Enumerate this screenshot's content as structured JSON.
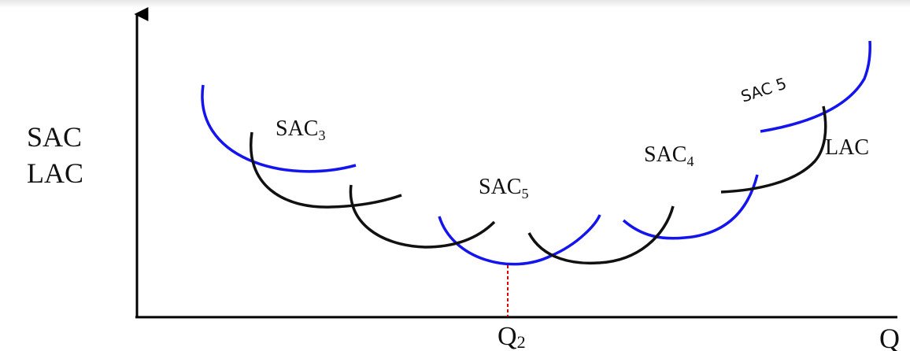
{
  "diagram": {
    "axis_y_label_line1": "SAC",
    "axis_y_label_line2": "LAC",
    "axis_x_label": "Q",
    "q2_label": "Q",
    "q2_sub": "2",
    "curve_labels": {
      "sac3": {
        "main": "SAC",
        "sub": "3"
      },
      "sac5_mid": {
        "main": "SAC",
        "sub": "5"
      },
      "sac4": {
        "main": "SAC",
        "sub": "4"
      },
      "lac": "LAC",
      "sac5_handwritten": "SAC 5"
    },
    "colors": {
      "axis": "#000000",
      "sac_black": "#111111",
      "sac_blue": "#1414ee",
      "dashed_marker": "#e00000"
    }
  }
}
